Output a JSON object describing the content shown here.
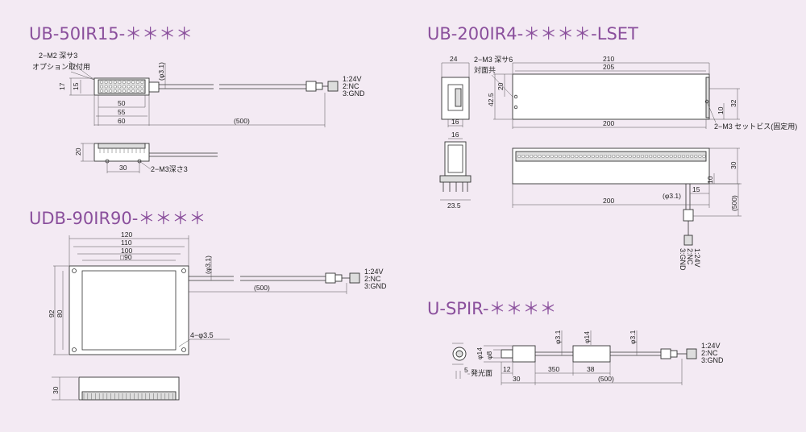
{
  "titles": {
    "ub50": "UB-50IR15-＊＊＊＊",
    "ub200": "UB-200IR4-＊＊＊＊-LSET",
    "udb90": "UDB-90IR90-＊＊＊＊",
    "uspir": "U-SPIR-＊＊＊＊"
  },
  "wiring": [
    "1:24V",
    "2:NC",
    "3:GND"
  ],
  "ub50": {
    "note_line1": "2−M2 深サ3",
    "note_line2": "オプション取付用",
    "cable_dia": "(φ3.1)",
    "h17": "17",
    "h15": "15",
    "w50": "50",
    "w55": "55",
    "w60": "60",
    "cable_len": "(500)",
    "side_h": "20",
    "side_w30": "30",
    "side_note": "2−M3深さ3"
  },
  "ub200": {
    "w24": "24",
    "w16": "16",
    "w23_5": "23.5",
    "h16": "16",
    "note1": "2−M3 深サ6",
    "note2": "対面共",
    "w210": "210",
    "w205": "205",
    "w200": "200",
    "w200b": "200",
    "h20": "20",
    "h42_5": "42.5",
    "h32": "32",
    "h10": "10",
    "setscrew_note": "2−M3 セットビス(固定用)",
    "h30": "30",
    "h10b": "10",
    "h15": "15",
    "cable_dia": "(φ3.1)",
    "cable_len": "(500)"
  },
  "udb90": {
    "w120": "120",
    "w110": "110",
    "w100": "100",
    "sq90": "□90",
    "cable_dia": "(φ3.1)",
    "cable_len": "(500)",
    "h92": "92",
    "h80": "80",
    "holes": "4−φ3.5",
    "side_h30": "30"
  },
  "uspir": {
    "d14": "φ14",
    "d8": "φ8",
    "d3_1a": "φ3.1",
    "d14b": "φ14",
    "d3_1b": "φ3.1",
    "w5": "5",
    "emit": "発光面",
    "w12": "12",
    "w30": "30",
    "w350": "350",
    "w38": "38",
    "cable_len": "(500)"
  }
}
